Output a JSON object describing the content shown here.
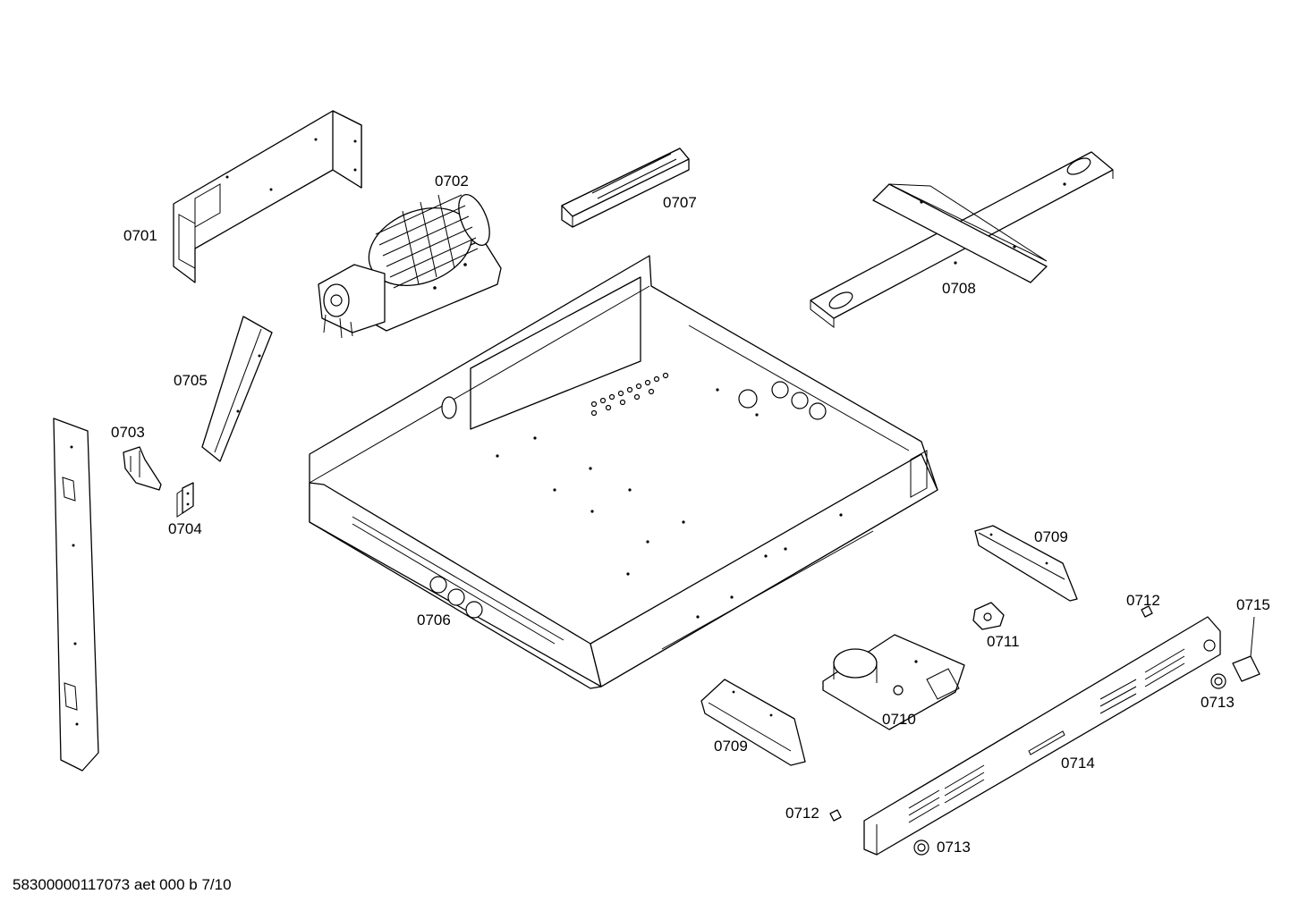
{
  "document": {
    "footer_text": "58300000117073 aet 000 b 7/10"
  },
  "parts": [
    {
      "key": "p0701",
      "number": "0701"
    },
    {
      "key": "p0702",
      "number": "0702"
    },
    {
      "key": "p0703",
      "number": "0703"
    },
    {
      "key": "p0704",
      "number": "0704"
    },
    {
      "key": "p0705",
      "number": "0705"
    },
    {
      "key": "p0706",
      "number": "0706"
    },
    {
      "key": "p0707",
      "number": "0707"
    },
    {
      "key": "p0708",
      "number": "0708"
    },
    {
      "key": "p0709a",
      "number": "0709"
    },
    {
      "key": "p0709b",
      "number": "0709"
    },
    {
      "key": "p0710",
      "number": "0710"
    },
    {
      "key": "p0711",
      "number": "0711"
    },
    {
      "key": "p0712a",
      "number": "0712"
    },
    {
      "key": "p0712b",
      "number": "0712"
    },
    {
      "key": "p0713a",
      "number": "0713"
    },
    {
      "key": "p0713b",
      "number": "0713"
    },
    {
      "key": "p0714",
      "number": "0714"
    },
    {
      "key": "p0715",
      "number": "0715"
    }
  ]
}
